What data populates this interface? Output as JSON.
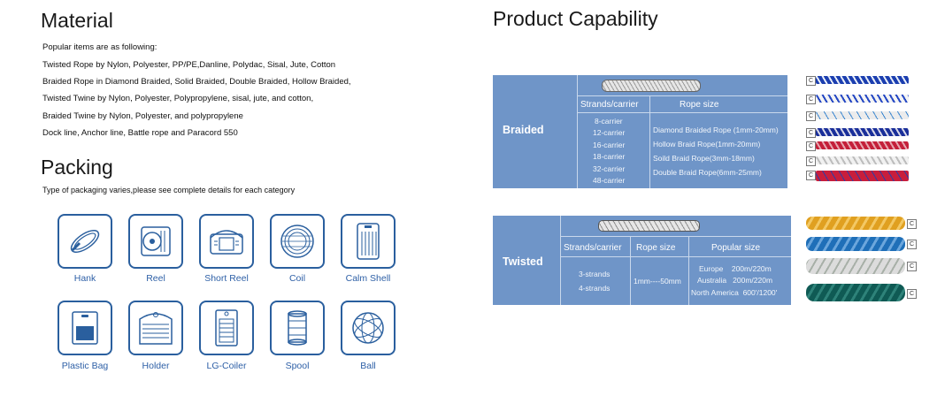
{
  "material": {
    "title": "Material",
    "intro": "Popular items are as following:",
    "lines": [
      "Twisted Rope by Nylon, Polyester, PP/PE,Danline, Polydac, Sisal, Jute, Cotton",
      "Braided Rope in Diamond Braided, Solid Braided, Double Braided, Hollow Braided,",
      "Twisted Twine by Nylon, Polyester, Polypropylene, sisal, jute, and cotton,",
      "Braided Twine by Nylon, Polyester, and polypropylene",
      "Dock line, Anchor line, Battle rope and Paracord 550"
    ]
  },
  "packing": {
    "title": "Packing",
    "intro": "Type of packaging varies,please see complete details for each category",
    "items": [
      {
        "label": "Hank",
        "icon": "hank-icon"
      },
      {
        "label": "Reel",
        "icon": "reel-icon"
      },
      {
        "label": "Short Reel",
        "icon": "short-reel-icon"
      },
      {
        "label": "Coil",
        "icon": "coil-icon"
      },
      {
        "label": "Calm Shell",
        "icon": "calm-shell-icon"
      },
      {
        "label": "Plastic Bag",
        "icon": "plastic-bag-icon"
      },
      {
        "label": "Holder",
        "icon": "holder-icon"
      },
      {
        "label": "LG-Coiler",
        "icon": "lg-coiler-icon"
      },
      {
        "label": "Spool",
        "icon": "spool-icon"
      },
      {
        "label": "Ball",
        "icon": "ball-icon"
      }
    ]
  },
  "capability": {
    "title": "Product Capability",
    "braided": {
      "name": "Braided",
      "col1_header": "Strands/carrier",
      "col2_header": "Rope size",
      "carriers": [
        "8-carrier",
        "12-carrier",
        "16-carrier",
        "18-carrier",
        "32-carrier",
        "48-carrier"
      ],
      "sizes": [
        "Diamond Braided Rope (1mm-20mm)",
        "Hollow Braid Rope(1mm-20mm)",
        "Soild Braid Rope(3mm-18mm)",
        "Double Braid Rope(6mm-25mm)"
      ],
      "tag": "C"
    },
    "twisted": {
      "name": "Twisted",
      "col1_header": "Strands/carrier",
      "col2_header": "Rope size",
      "col3_header": "Popular size",
      "strands": [
        "3-strands",
        "4-strands"
      ],
      "rope_size": "1mm----50mm",
      "popular": [
        "Europe    200m/220m",
        "Australia   200m/220m",
        "North America  600'/1200'"
      ],
      "tag": "C"
    }
  },
  "colors": {
    "table_blue": "#6f95c8",
    "icon_blue": "#2a5f9e",
    "label_blue": "#2d5fa6"
  }
}
